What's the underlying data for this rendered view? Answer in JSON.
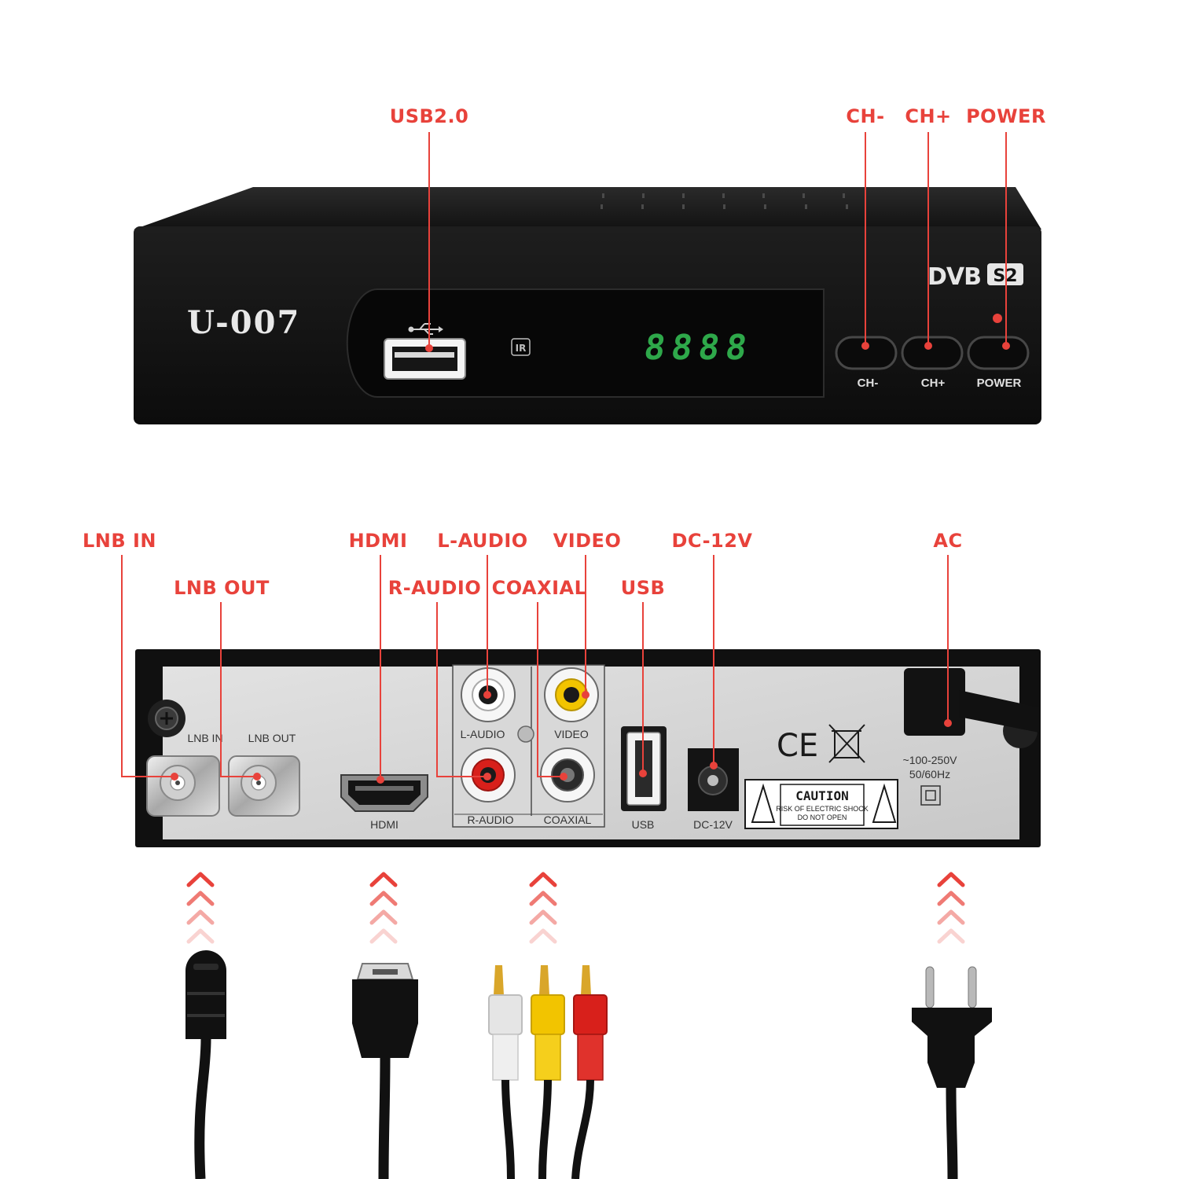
{
  "front": {
    "brand": "U-007",
    "led_display": "8888",
    "standard_logo": "DVB",
    "standard_badge": "S2",
    "button_labels": [
      "CH-",
      "CH+",
      "POWER"
    ]
  },
  "front_callouts": [
    "USB2.0",
    "CH-",
    "CH+",
    "POWER"
  ],
  "rear_callouts": [
    "LNB IN",
    "LNB OUT",
    "HDMI",
    "R-AUDIO",
    "L-AUDIO",
    "COAXIAL",
    "VIDEO",
    "USB",
    "DC-12V",
    "AC"
  ],
  "rear_panel": {
    "lnb_in": "LNB IN",
    "lnb_out": "LNB OUT",
    "hdmi": "HDMI",
    "l_audio": "L-AUDIO",
    "video": "VIDEO",
    "r_audio": "R-AUDIO",
    "coaxial": "COAXIAL",
    "usb": "USB",
    "dc": "DC-12V",
    "voltage": "~100-250V",
    "frequency": "50/60Hz",
    "ce_mark": "CE",
    "caution_title": "CAUTION",
    "caution_line1": "RISK OF ELECTRIC SHOCK",
    "caution_line2": "DO NOT OPEN"
  },
  "colors": {
    "accent_red": "#e8423b",
    "device_black": "#111111",
    "panel_silver": "#d4d4d4",
    "led_green": "#2ea84a",
    "rca_yellow": "#f2c400",
    "rca_red": "#d8201b"
  },
  "cable_icons": [
    "lnb-coax-connector-icon",
    "hdmi-plug-icon",
    "rca-av-cable-icon",
    "eu-power-plug-icon"
  ]
}
